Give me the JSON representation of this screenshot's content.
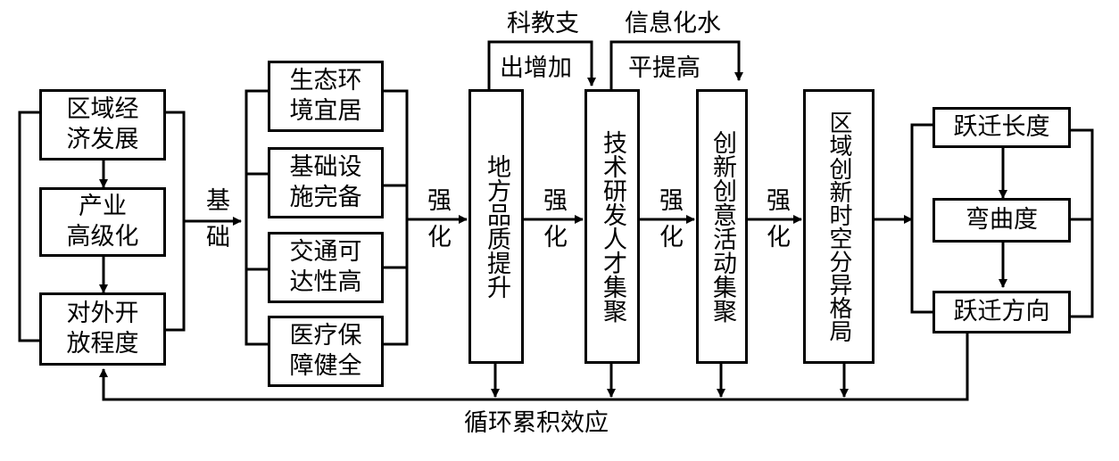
{
  "col1": [
    "区域经\n济发展",
    "产业\n高级化",
    "对外开\n放程度"
  ],
  "col2": [
    "生态环\n境宜居",
    "基础设\n施完备",
    "交通可\n达性高",
    "医疗保\n障健全"
  ],
  "label_base": "基础",
  "label_strengthen": [
    "强化",
    "强化",
    "强化",
    "强化"
  ],
  "stages": [
    "地方品质提升",
    "技术研发人才集聚",
    "创新创意活动集聚",
    "区域创新时空分异格局"
  ],
  "top_inputs": [
    {
      "line1": "科教支",
      "line2": "出增加"
    },
    {
      "line1": "信息化水",
      "line2": "平提高"
    }
  ],
  "col_right": [
    "跃迁长度",
    "弯曲度",
    "跃迁方向"
  ],
  "feedback_label": "循环累积效应"
}
